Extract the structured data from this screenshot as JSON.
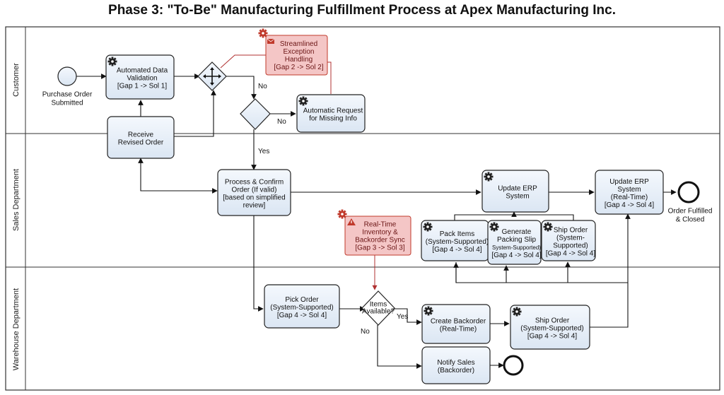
{
  "title": "Phase 3: \"To-Be\" Manufacturing Fulfillment Process at Apex Manufacturing Inc.",
  "lanes": [
    "Customer",
    "Sales Department",
    "Warehouse Department"
  ],
  "start_event_label": [
    "Purchase Order",
    "Submitted"
  ],
  "end_event_label": [
    "Order Fulfilled",
    "& Closed"
  ],
  "tasks": {
    "validation": [
      "Automated Data",
      "Validation",
      "[Gap 1 -> Sol 1]"
    ],
    "receive_revised": [
      "Receive",
      "Revised Order"
    ],
    "auto_request": [
      "Automatic Request",
      "for Missing Info"
    ],
    "process_confirm": [
      "Process & Confirm",
      "Order (If valid)",
      "[based on simplified",
      "review]"
    ],
    "update_erp_1": [
      "Update ERP",
      "System"
    ],
    "update_erp_2": [
      "Update ERP",
      "System",
      "(Real-Time)",
      "[Gap 4 -> Sol 4]"
    ],
    "pack_items": [
      "Pack Items",
      "(System-Supported)",
      "[Gap 4 -> Sol 4]"
    ],
    "packing_slip": [
      "Generate",
      "Packing Slip",
      "System-Supported)",
      "[Gap 4 -> Sol 4]"
    ],
    "ship_order_sales": [
      "Ship Order",
      "(System-",
      "Supported)",
      "[Gap 4 -> Sol 4]"
    ],
    "pick_order": [
      "Pick Order",
      "(System-Supported)",
      "[Gap 4 -> Sol 4]"
    ],
    "create_backorder": [
      "Create Backorder",
      "(Real-Time)"
    ],
    "ship_order_wh": [
      "Ship Order",
      "(System-Supported)",
      "[Gap 4 -> Sol 4]"
    ],
    "notify_sales": [
      "Notify Sales",
      "(Backorder)"
    ]
  },
  "gateway_items": [
    "Items",
    "Available?"
  ],
  "flow_labels": {
    "no1": "No",
    "no2": "No",
    "yes1": "Yes",
    "yes2": "Yes",
    "no3": "No"
  },
  "callouts": {
    "exception": [
      "Streamlined",
      "Exception",
      "Handling",
      "[Gap 2 -> Sol 2]"
    ],
    "inventory": [
      "Real-Time",
      "Inventory &",
      "Backorder Sync",
      "[Gap 3 -> Sol 3]"
    ]
  },
  "colors": {
    "task_fill": "#e6eef8",
    "callout_fill": "#f4c6c6",
    "callout_stroke": "#c0392b",
    "gear": "#222222",
    "gear_red": "#c0392b"
  }
}
